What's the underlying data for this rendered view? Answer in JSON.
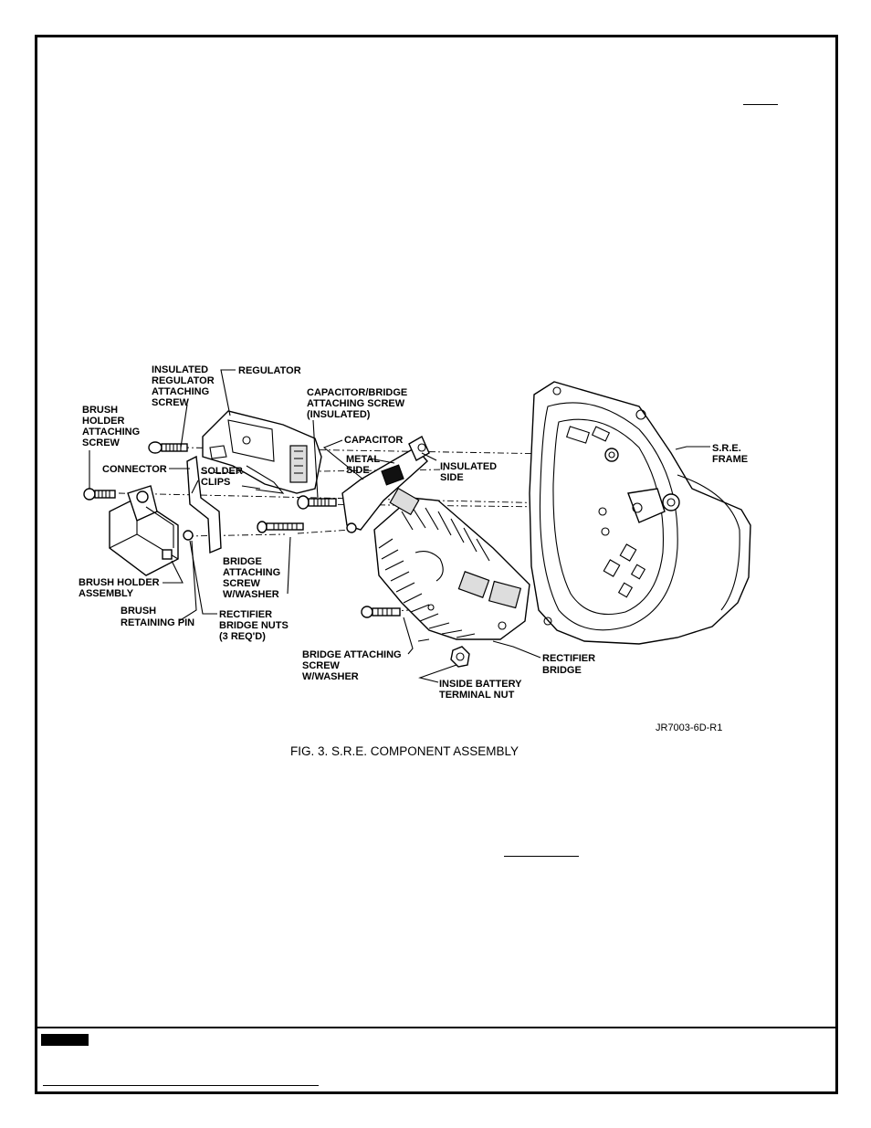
{
  "figure": {
    "caption": "FIG. 3. S.R.E. COMPONENT ASSEMBLY",
    "code": "JR7003-6D-R1",
    "labels": {
      "insulated_regulator_screw": [
        "INSULATED",
        "REGULATOR",
        "ATTACHING",
        "SCREW"
      ],
      "regulator": "REGULATOR",
      "brush_holder_screw": [
        "BRUSH",
        "HOLDER",
        "ATTACHING",
        "SCREW"
      ],
      "capacitor_bridge_screw": [
        "CAPACITOR/BRIDGE",
        "ATTACHING SCREW",
        "(INSULATED)"
      ],
      "capacitor": "CAPACITOR",
      "metal_side": [
        "METAL",
        "SIDE"
      ],
      "insulated_side": [
        "INSULATED",
        "SIDE"
      ],
      "sre_frame": [
        "S.R.E.",
        "FRAME"
      ],
      "connector": "CONNECTOR",
      "solder_clips": [
        "SOLDER",
        "CLIPS"
      ],
      "bridge_screw_washer": [
        "BRIDGE",
        "ATTACHING",
        "SCREW",
        "W/WASHER"
      ],
      "brush_holder_assembly": [
        "BRUSH HOLDER",
        "ASSEMBLY"
      ],
      "brush_retaining_pin": [
        "BRUSH",
        "RETAINING PIN"
      ],
      "rectifier_bridge_nuts": [
        "RECTIFIER",
        "BRIDGE NUTS",
        "(3 REQ'D)"
      ],
      "bridge_screw_washer_lower": [
        "BRIDGE ATTACHING",
        "SCREW",
        "W/WASHER"
      ],
      "rectifier_bridge": [
        "RECTIFIER",
        "BRIDGE"
      ],
      "inside_battery_nut": [
        "INSIDE BATTERY",
        "TERMINAL NUT"
      ]
    }
  }
}
